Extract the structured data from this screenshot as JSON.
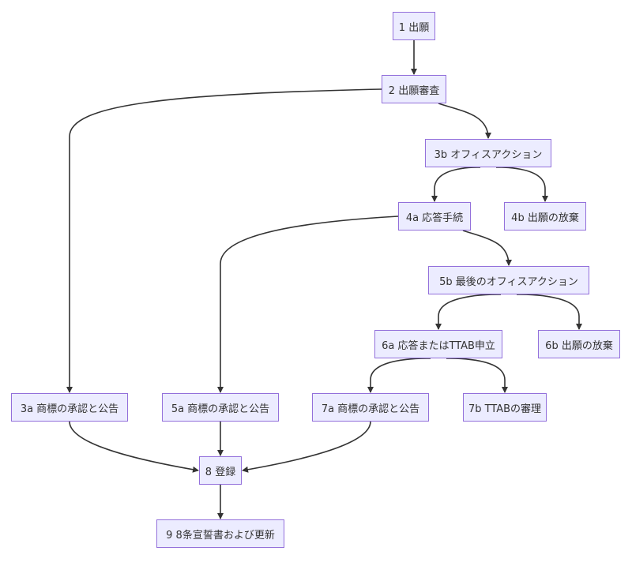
{
  "nodes": {
    "n1": "1 出願",
    "n2": "2 出願審査",
    "n3b": "3b オフィスアクション",
    "n4a": "4a 応答手続",
    "n4b": "4b 出願の放棄",
    "n5b": "5b 最後のオフィスアクション",
    "n6a": "6a 応答またはTTAB申立",
    "n6b": "6b 出願の放棄",
    "n3a": "3a 商標の承認と公告",
    "n5a": "5a 商標の承認と公告",
    "n7a": "7a 商標の承認と公告",
    "n7b": "7b TTABの審理",
    "n8": "8 登録",
    "n9": "9 8条宣誓書および更新"
  },
  "edges": [
    [
      "n1",
      "n2"
    ],
    [
      "n2",
      "n3a"
    ],
    [
      "n2",
      "n3b"
    ],
    [
      "n3b",
      "n4a"
    ],
    [
      "n3b",
      "n4b"
    ],
    [
      "n4a",
      "n5a"
    ],
    [
      "n4a",
      "n5b"
    ],
    [
      "n5b",
      "n6a"
    ],
    [
      "n5b",
      "n6b"
    ],
    [
      "n6a",
      "n7a"
    ],
    [
      "n6a",
      "n7b"
    ],
    [
      "n3a",
      "n8"
    ],
    [
      "n5a",
      "n8"
    ],
    [
      "n7a",
      "n8"
    ],
    [
      "n8",
      "n9"
    ]
  ]
}
